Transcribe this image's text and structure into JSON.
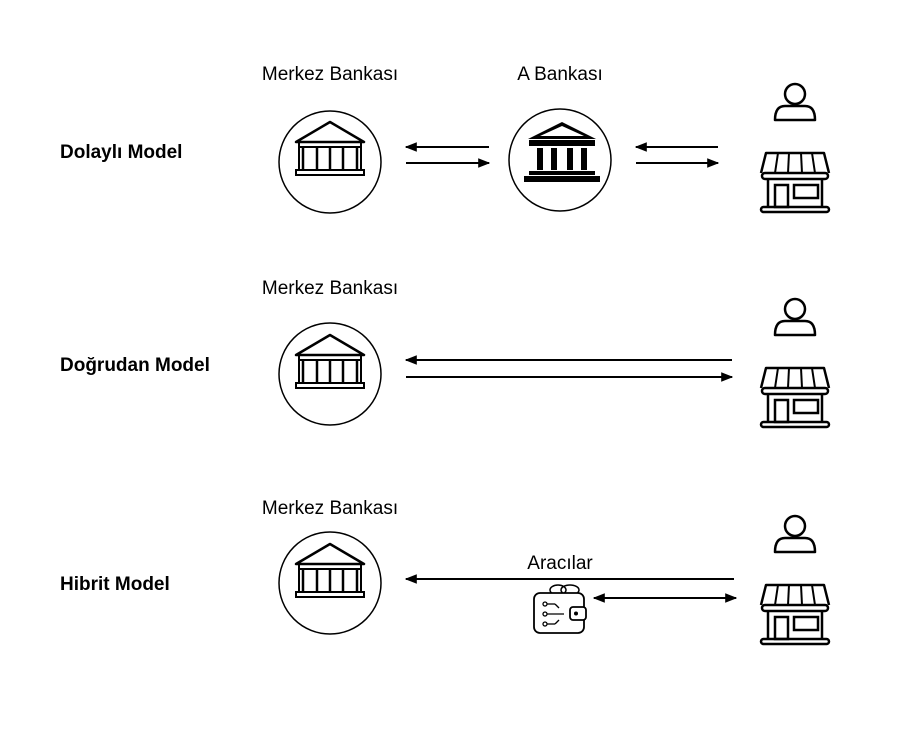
{
  "models": [
    {
      "label": "Dolaylı Model",
      "central_bank_label": "Merkez Bankası",
      "intermediary_label": "A Bankası"
    },
    {
      "label": "Doğrudan Model",
      "central_bank_label": "Merkez Bankası"
    },
    {
      "label": "Hibrit Model",
      "central_bank_label": "Merkez Bankası",
      "intermediary_label": "Aracılar"
    }
  ],
  "icons": {
    "central_bank": "bank-building-icon",
    "commercial_bank": "bank-columns-icon",
    "user": "person-icon",
    "merchant": "storefront-icon",
    "wallet": "digital-wallet-icon"
  },
  "colors": {
    "ink": "#000000",
    "background": "#ffffff"
  }
}
